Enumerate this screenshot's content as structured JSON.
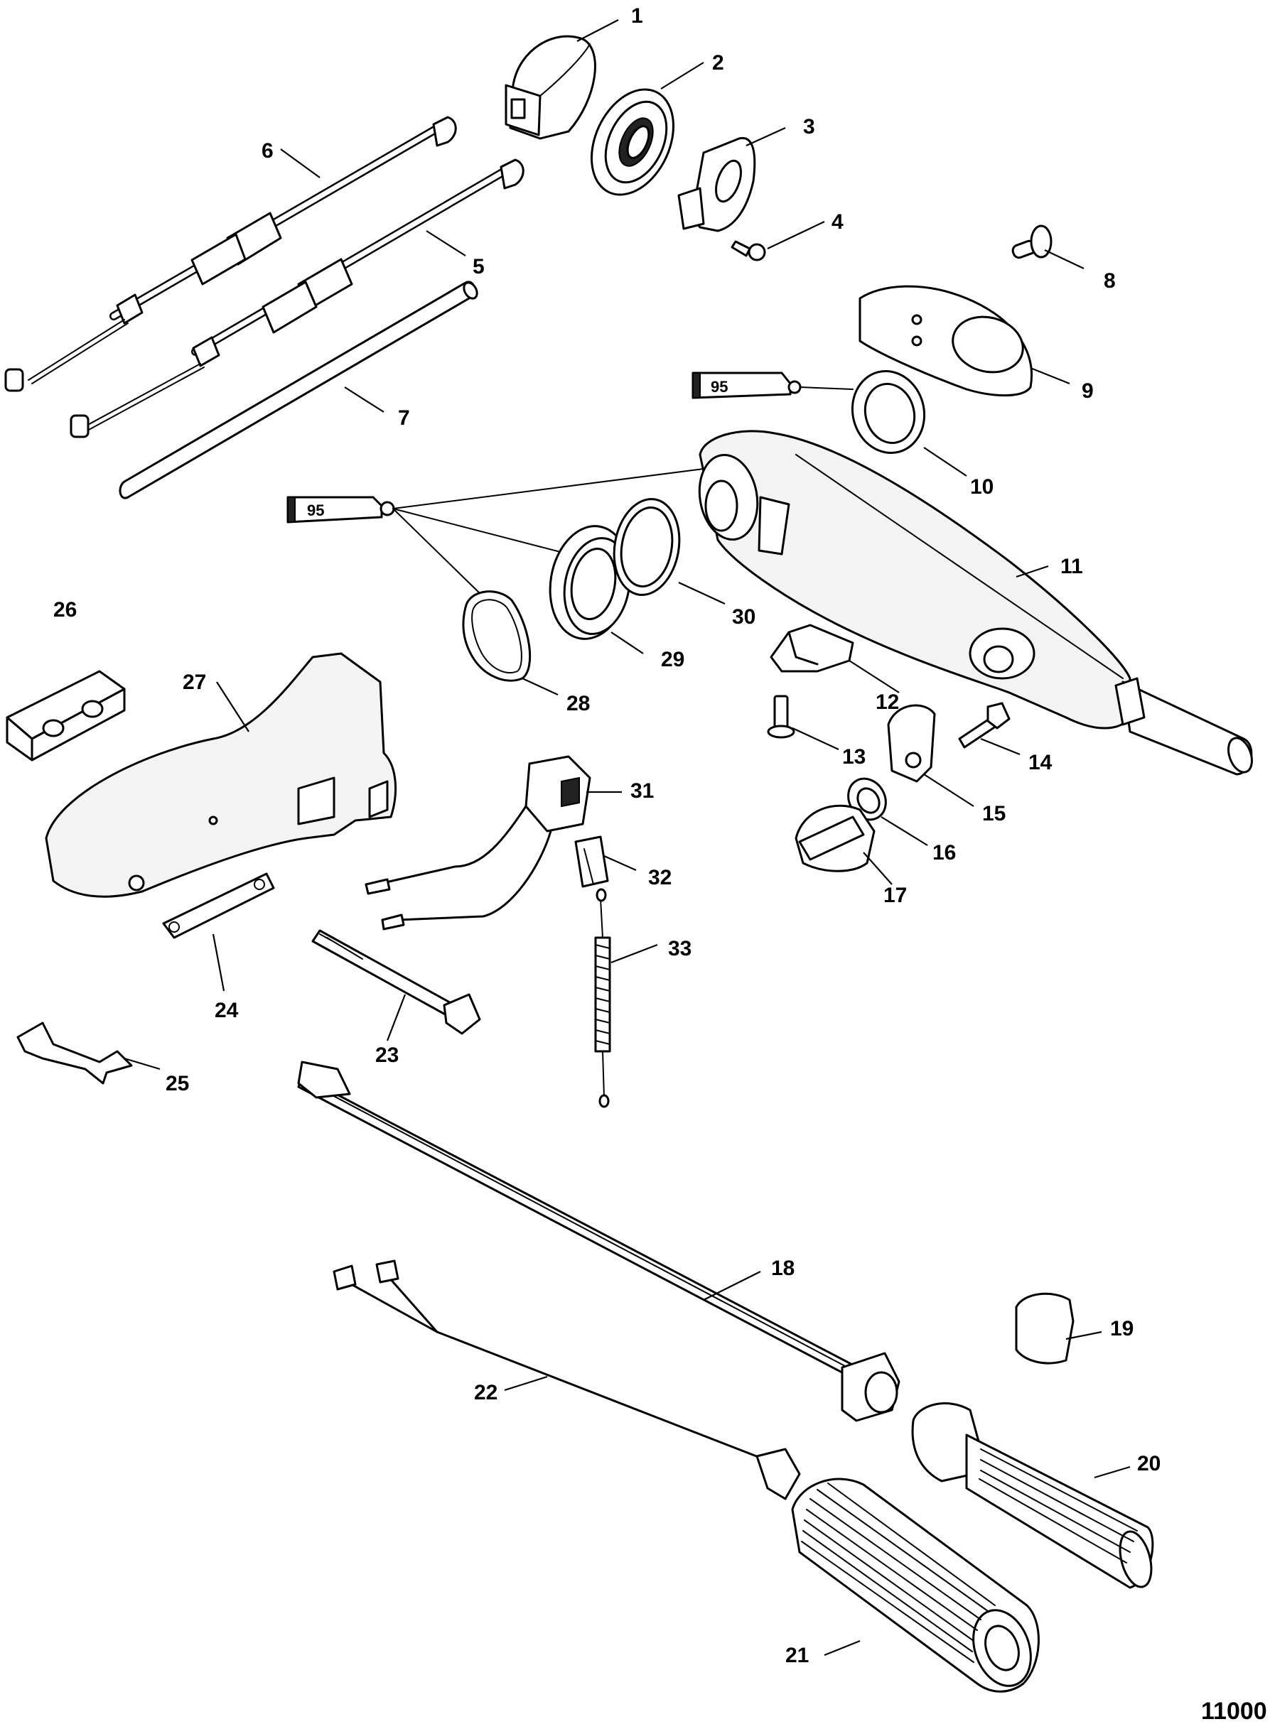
{
  "figure_id": "11000",
  "sealant_tube_label": "95",
  "callouts": [
    "1",
    "2",
    "3",
    "4",
    "5",
    "6",
    "7",
    "8",
    "9",
    "10",
    "11",
    "12",
    "13",
    "14",
    "15",
    "16",
    "17",
    "18",
    "19",
    "20",
    "21",
    "22",
    "23",
    "24",
    "25",
    "26",
    "27",
    "28",
    "29",
    "30",
    "31",
    "32",
    "33"
  ]
}
